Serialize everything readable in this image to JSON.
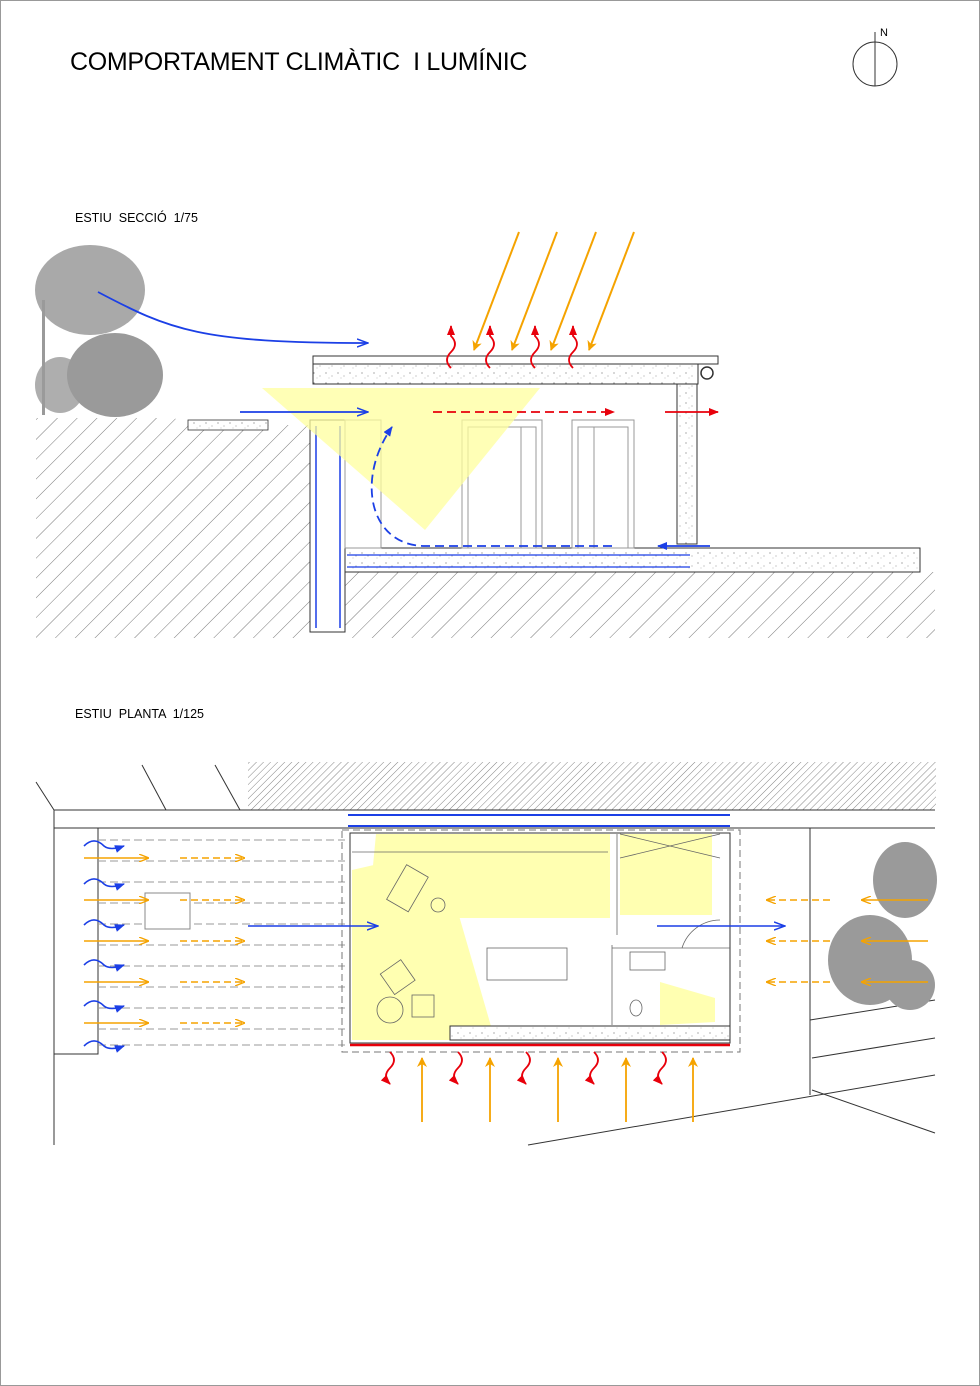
{
  "title": "COMPORTAMENT CLIMÀTIC  I LUMÍNIC",
  "north_label": "N",
  "section_label": "ESTIU  SECCIÓ  1/75",
  "plan_label": "ESTIU  PLANTA  1/125",
  "colors": {
    "sun": "#f5a300",
    "heat": "#e8000b",
    "air": "#1b3fe6",
    "light": "#ffff9e"
  }
}
